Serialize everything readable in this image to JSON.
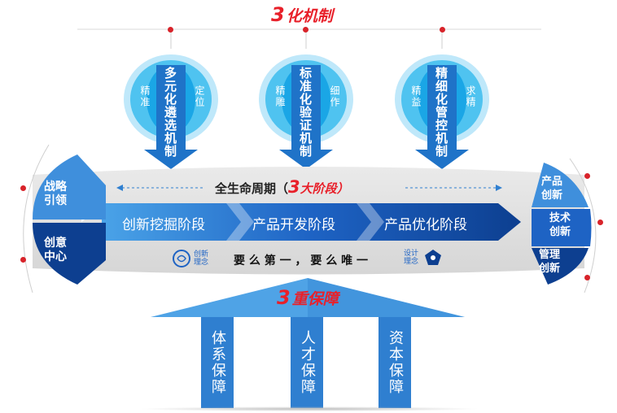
{
  "top_title": {
    "num": "3",
    "text": "化机制"
  },
  "mechanisms": [
    {
      "main": "多元化遴选机制",
      "left": "精准",
      "right": "定位"
    },
    {
      "main": "标准化验证机制",
      "left": "精雕",
      "right": "细作"
    },
    {
      "main": "精细化管控机制",
      "left": "精益",
      "right": "求精"
    }
  ],
  "lifecycle": {
    "prefix": "全生命周期（",
    "num": "3",
    "suffix": "大阶段）"
  },
  "stages": [
    "创新挖掘阶段",
    "产品开发阶段",
    "产品优化阶段"
  ],
  "motto": {
    "left_badge": "创新理念",
    "text": "要 么 第 一 ， 要 么 唯 一",
    "right_badge": "设计理念"
  },
  "left_labels": [
    "战略\n引领",
    "创意\n中心"
  ],
  "right_labels": [
    "产品\n创新",
    "技术\n创新",
    "管理\n创新"
  ],
  "guarantee_title": {
    "num": "3",
    "text": "重保障"
  },
  "pillars": [
    "体系保障",
    "人才保障",
    "资本保障"
  ],
  "colors": {
    "red": "#e8202a",
    "blue_light": "#4fc3f0",
    "blue_mid": "#2f7fd0",
    "blue_dark": "#0b3f8a"
  }
}
